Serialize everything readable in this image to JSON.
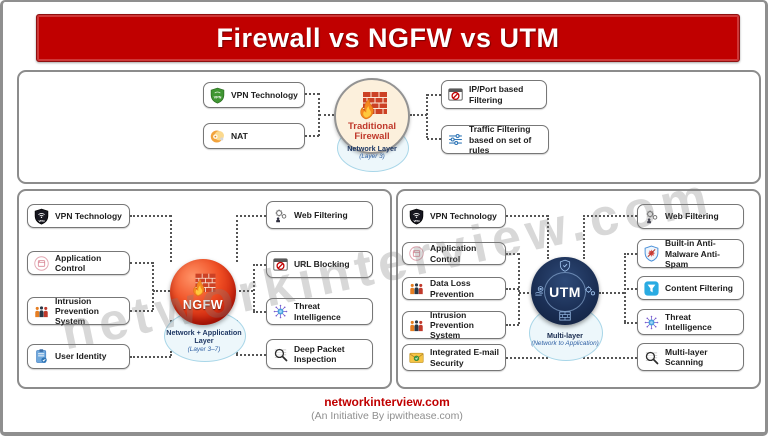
{
  "title": "Firewall vs NGFW vs UTM",
  "watermark": "networkinterview.com",
  "footer": {
    "site": "networkinterview.com",
    "tagline": "(An Initiative By ipwithease.com)"
  },
  "colors": {
    "banner_red": "#c00000",
    "ngfw_circle_red": "#d92b04",
    "utm_circle_navy": "#16294d",
    "traditional_circle_cream": "#fcf0dc",
    "layer_ellipse_blue": "#edf7fb"
  },
  "traditional": {
    "center": {
      "title": "Traditional Firewall",
      "layer": "Network Layer",
      "layer_sub": "(Layer 3)"
    },
    "left": [
      "VPN Technology",
      "NAT"
    ],
    "right": [
      "IP/Port based Filtering",
      "Traffic Filtering based on set of rules"
    ]
  },
  "ngfw": {
    "center": {
      "title": "NGFW",
      "layer": "Network + Application Layer",
      "layer_sub": "(Layer 3–7)"
    },
    "left": [
      "VPN Technology",
      "Application Control",
      "Intrusion Prevention System",
      "User Identity"
    ],
    "right": [
      "Web Filtering",
      "URL Blocking",
      "Threat Intelligence",
      "Deep Packet Inspection"
    ]
  },
  "utm": {
    "center": {
      "title": "UTM",
      "layer": "Multi-layer",
      "layer_sub": "(Network to Application)"
    },
    "left": [
      "VPN Technology",
      "Application Control",
      "Data Loss Prevention",
      "Intrusion Prevention System",
      "Integrated E-mail Security"
    ],
    "right": [
      "Web Filtering",
      "Built-in Anti-Malware Anti-Spam",
      "Content Filtering",
      "Threat Intelligence",
      "Multi-layer Scanning"
    ]
  }
}
